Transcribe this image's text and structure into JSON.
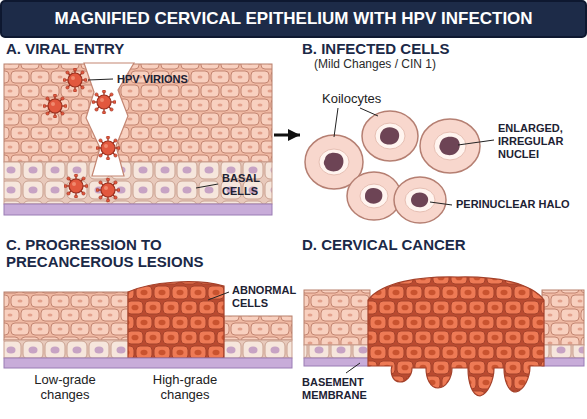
{
  "diagram": {
    "title": "MAGNIFIED CERVICAL EPITHELIUM WITH HPV INFECTION",
    "nodes": [
      {
        "text": [
          "A. VIRAL ENTRY"
        ]
      },
      {
        "text": [
          "B. INFECTED CELLS",
          "(Mild Changes / CIN 1)"
        ]
      },
      {
        "text": [
          "C. PROGRESSION TO PRECANCEROUS LESIONS"
        ]
      },
      {
        "text": [
          "D. CERVICAL CANCER"
        ]
      }
    ],
    "edges": [
      {
        "from": 0,
        "to": 1,
        "arrow": "to"
      }
    ],
    "labels": [
      "HPV VIRIONS",
      "BASAL CELLS",
      "Koilocytes",
      "ENLARGED, IRREGULAR NUCLEI",
      "PERINUCLEAR HALO",
      "ABNORMAL CELLS",
      "Low-grade changes",
      "High-grade changes",
      "BASEMENT MEMBRANE"
    ]
  }
}
